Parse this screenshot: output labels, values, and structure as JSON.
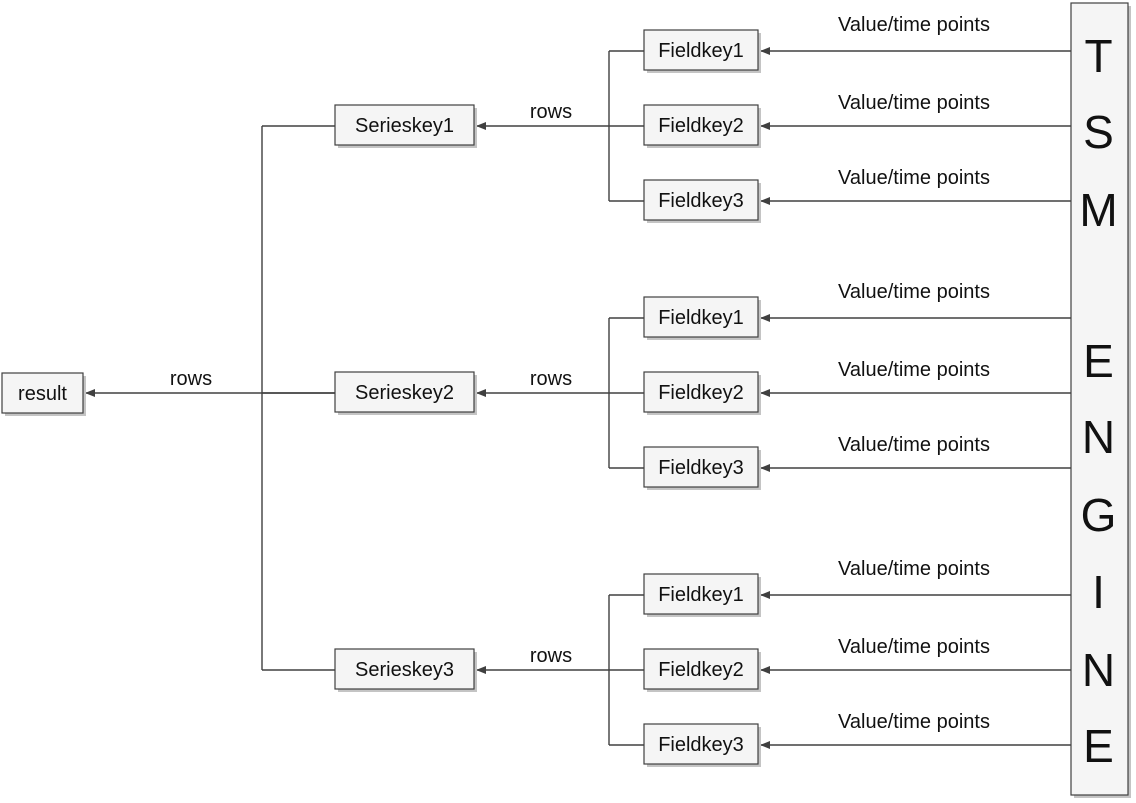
{
  "result": {
    "label": "result"
  },
  "result_edge_label": "rows",
  "series": [
    {
      "label": "Serieskey1",
      "edge_label": "rows",
      "fields": [
        {
          "label": "Fieldkey1",
          "input_label": "Value/time points"
        },
        {
          "label": "Fieldkey2",
          "input_label": "Value/time points"
        },
        {
          "label": "Fieldkey3",
          "input_label": "Value/time points"
        }
      ]
    },
    {
      "label": "Serieskey2",
      "edge_label": "rows",
      "fields": [
        {
          "label": "Fieldkey1",
          "input_label": "Value/time points"
        },
        {
          "label": "Fieldkey2",
          "input_label": "Value/time points"
        },
        {
          "label": "Fieldkey3",
          "input_label": "Value/time points"
        }
      ]
    },
    {
      "label": "Serieskey3",
      "edge_label": "rows",
      "fields": [
        {
          "label": "Fieldkey1",
          "input_label": "Value/time points"
        },
        {
          "label": "Fieldkey2",
          "input_label": "Value/time points"
        },
        {
          "label": "Fieldkey3",
          "input_label": "Value/time points"
        }
      ]
    }
  ],
  "engine": {
    "letters": [
      "T",
      "S",
      "M",
      "E",
      "N",
      "G",
      "I",
      "N",
      "E"
    ]
  }
}
